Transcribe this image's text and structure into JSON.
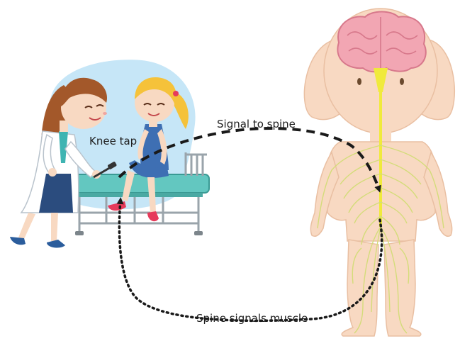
{
  "labels": {
    "knee_tap": "Knee tap",
    "signal_to_spine": "Signal to spine",
    "spine_signals_muscle": "Spine signals muscle"
  },
  "colors": {
    "skin": "#f8d9c2",
    "skin_outline": "#e9bfa2",
    "brain": "#f2a6b3",
    "brain_outline": "#d7788b",
    "nerve": "#d4dc7a",
    "spinal_cord": "#f0ea3c",
    "blob": "#c6e6f7",
    "bench": "#63c7c0",
    "doctor_hair": "#a3582a",
    "doctor_coat": "#ffffff",
    "doctor_dress": "#2b4c7e",
    "girl_hair": "#f5c23a",
    "girl_dress": "#3e6fb3",
    "shoe": "#e63b5b",
    "arrow": "#1a1a1a"
  }
}
